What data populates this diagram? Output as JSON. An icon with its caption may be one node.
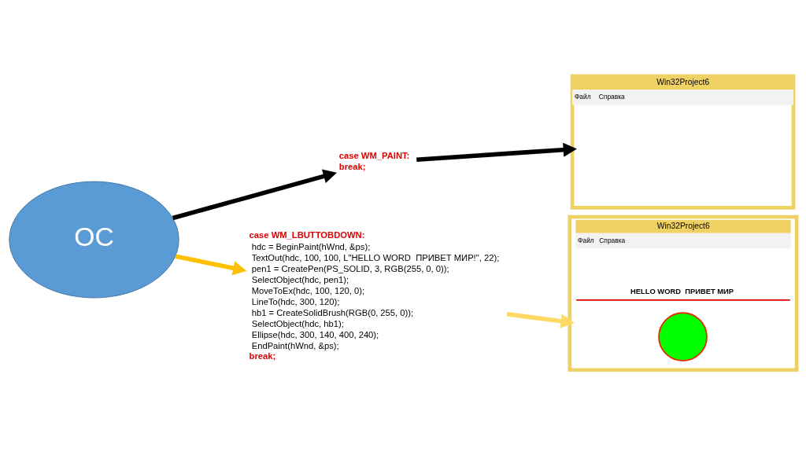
{
  "diagram": {
    "nodes": [
      {
        "text": [
          "ОС"
        ]
      },
      {
        "text": [
          "case WM_PAINT:",
          "break;"
        ]
      },
      {
        "text": [
          "Win32Project6",
          "Файл",
          "Справка"
        ]
      },
      {
        "text": [
          "case WM_LBUTTOBDOWN:",
          "hdc = BeginPaint(hWnd, &ps);",
          "TextOut(hdc, 100, 100, L\"HELLO WORD  ПРИВЕТ МИР!\", 22);",
          "pen1 = CreatePen(PS_SOLID, 3, RGB(255, 0, 0));",
          "SelectObject(hdc, pen1);",
          "MoveToEx(hdc, 100, 120, 0);",
          "LineTo(hdc, 300, 120);",
          "hb1 = CreateSolidBrush(RGB(0, 255, 0));",
          "SelectObject(hdc, hb1);",
          "Ellipse(hdc, 300, 140, 400, 240);",
          "EndPaint(hWnd, &ps);",
          "break;"
        ]
      },
      {
        "text": [
          "Win32Project6",
          "Файл",
          "Справка",
          "HELLO WORD  ПРИВЕТ МИР"
        ]
      },
      {
        "text": [],
        "shape": "circle",
        "in": 4
      }
    ],
    "edges": [
      {
        "from": 0,
        "to": 3,
        "arrow": "to",
        "color": "#ffc000"
      },
      {
        "from": 0,
        "to": 1,
        "arrow": "to",
        "color": "#000000"
      },
      {
        "from": 1,
        "to": 2,
        "arrow": "to",
        "color": "#000000"
      },
      {
        "from": 3,
        "to": 4,
        "arrow": "to",
        "color": "#ffd966"
      }
    ]
  }
}
